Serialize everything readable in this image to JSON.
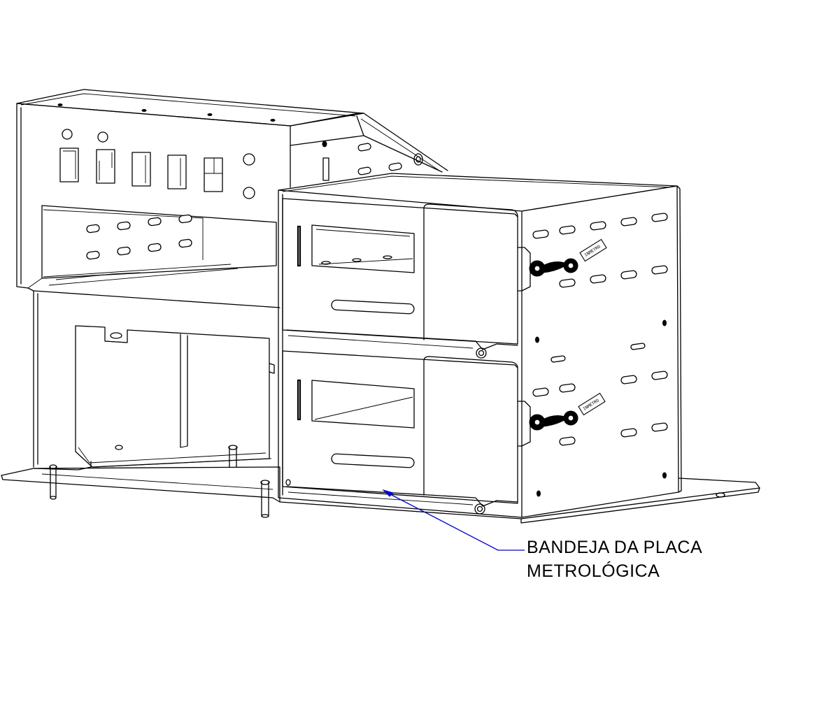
{
  "drawing": {
    "callout": {
      "line1": "BANDEJA DA PLACA",
      "line2": "METROLÓGICA",
      "leader_color": "#0000cc"
    },
    "seal_tag_text": "INMETRO"
  }
}
